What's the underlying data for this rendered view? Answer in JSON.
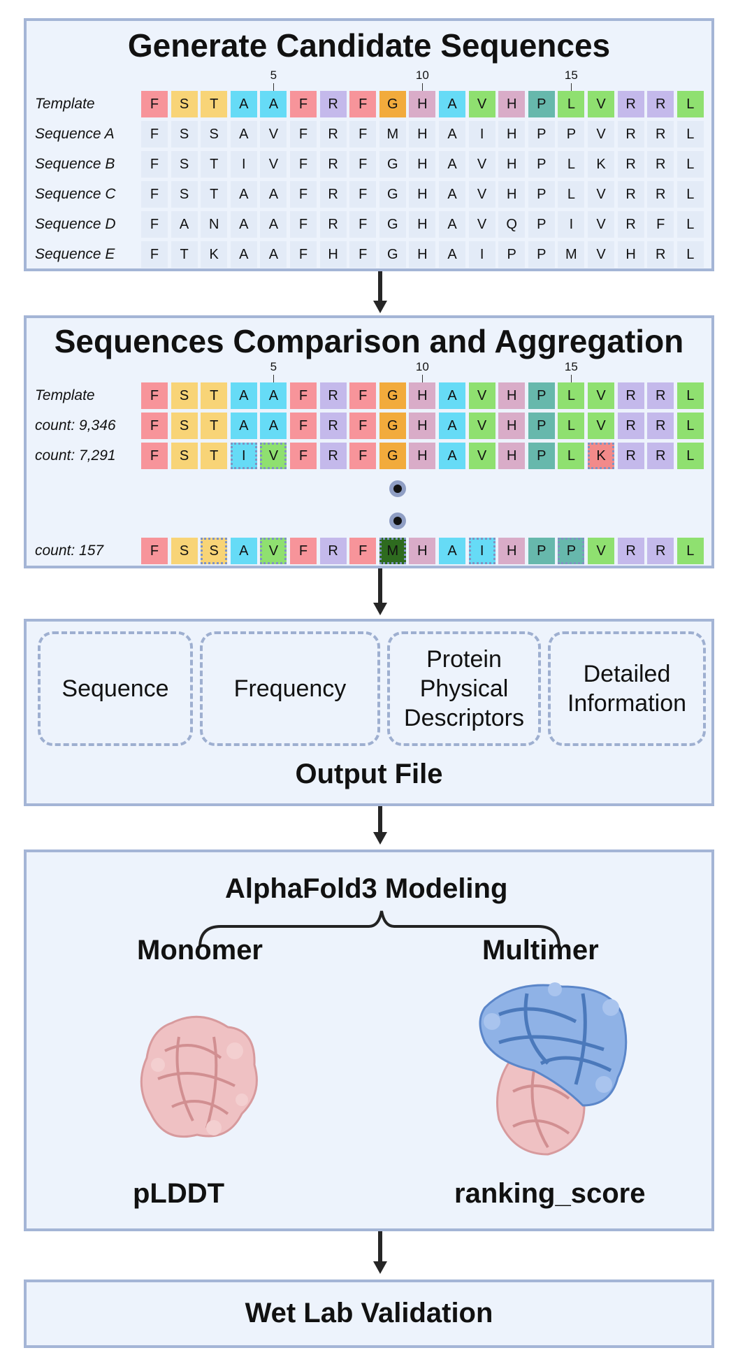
{
  "panel1": {
    "title": "Generate Candidate Sequences",
    "ruler": [
      "5",
      "10",
      "15"
    ],
    "rows": [
      {
        "label": "Template",
        "seq": "FSTAAFRFGHAVHPLVRRL"
      },
      {
        "label": "Sequence A",
        "seq": "FSSAVFRFMHAIHPPVRRL"
      },
      {
        "label": "Sequence B",
        "seq": "FSTIVFRFGHAVHPLKRRL"
      },
      {
        "label": "Sequence C",
        "seq": "FSTAAFRFGHAVHPLVRRL"
      },
      {
        "label": "Sequence D",
        "seq": "FANAAFRFGHAVQPIVRFL"
      },
      {
        "label": "Sequence E",
        "seq": "FTKAAFHFGHAIPPMVHRL"
      }
    ]
  },
  "panel2": {
    "title": "Sequences Comparison and Aggregation",
    "ruler": [
      "5",
      "10",
      "15"
    ],
    "rows": [
      {
        "label": "Template",
        "seq": "FSTAAFRFGHAVHPLVRRL",
        "highlights": []
      },
      {
        "label": "count: 9,346",
        "seq": "FSTAAFRFGHAVHPLVRRL",
        "highlights": []
      },
      {
        "label": "count: 7,291",
        "seq": "FSTIVFRFGHAVHPLKRRL",
        "highlights": [
          3,
          4,
          15
        ]
      },
      {
        "label": "count: 157",
        "seq": "FSSAVFRFMHAIHPPVRRL",
        "highlights": [
          2,
          4,
          8,
          11,
          14
        ]
      }
    ]
  },
  "panel3": {
    "fields": [
      "Sequence",
      "Frequency",
      "Protein Physical Descriptors",
      "Detailed Information"
    ],
    "title": "Output File"
  },
  "panel4": {
    "title": "AlphaFold3 Modeling",
    "left_label": "Monomer",
    "right_label": "Multimer",
    "left_metric": "pLDDT",
    "right_metric": "ranking_score"
  },
  "panel5": {
    "title": "Wet Lab Validation"
  },
  "colors": {
    "panel_bg": "#edf3fc",
    "panel_border": "#a4b5d6",
    "monomer_pink": "#e8a5a8",
    "multimer_blue": "#6f9ad8",
    "residue": {
      "F": "#f7949a",
      "S": "#f8d477",
      "T": "#f8d477",
      "N": "#f8d477",
      "A": "#66dbf6",
      "I": "#66dbf6",
      "V": "#8fe070",
      "L": "#8fe070",
      "M": "#2e6b1f",
      "R": "#c4b9eb",
      "H": "#d9acc8",
      "G": "#f2ab3c",
      "P": "#67b8ac",
      "K": "#f28a8a",
      "Q": "#d9acc8"
    }
  }
}
